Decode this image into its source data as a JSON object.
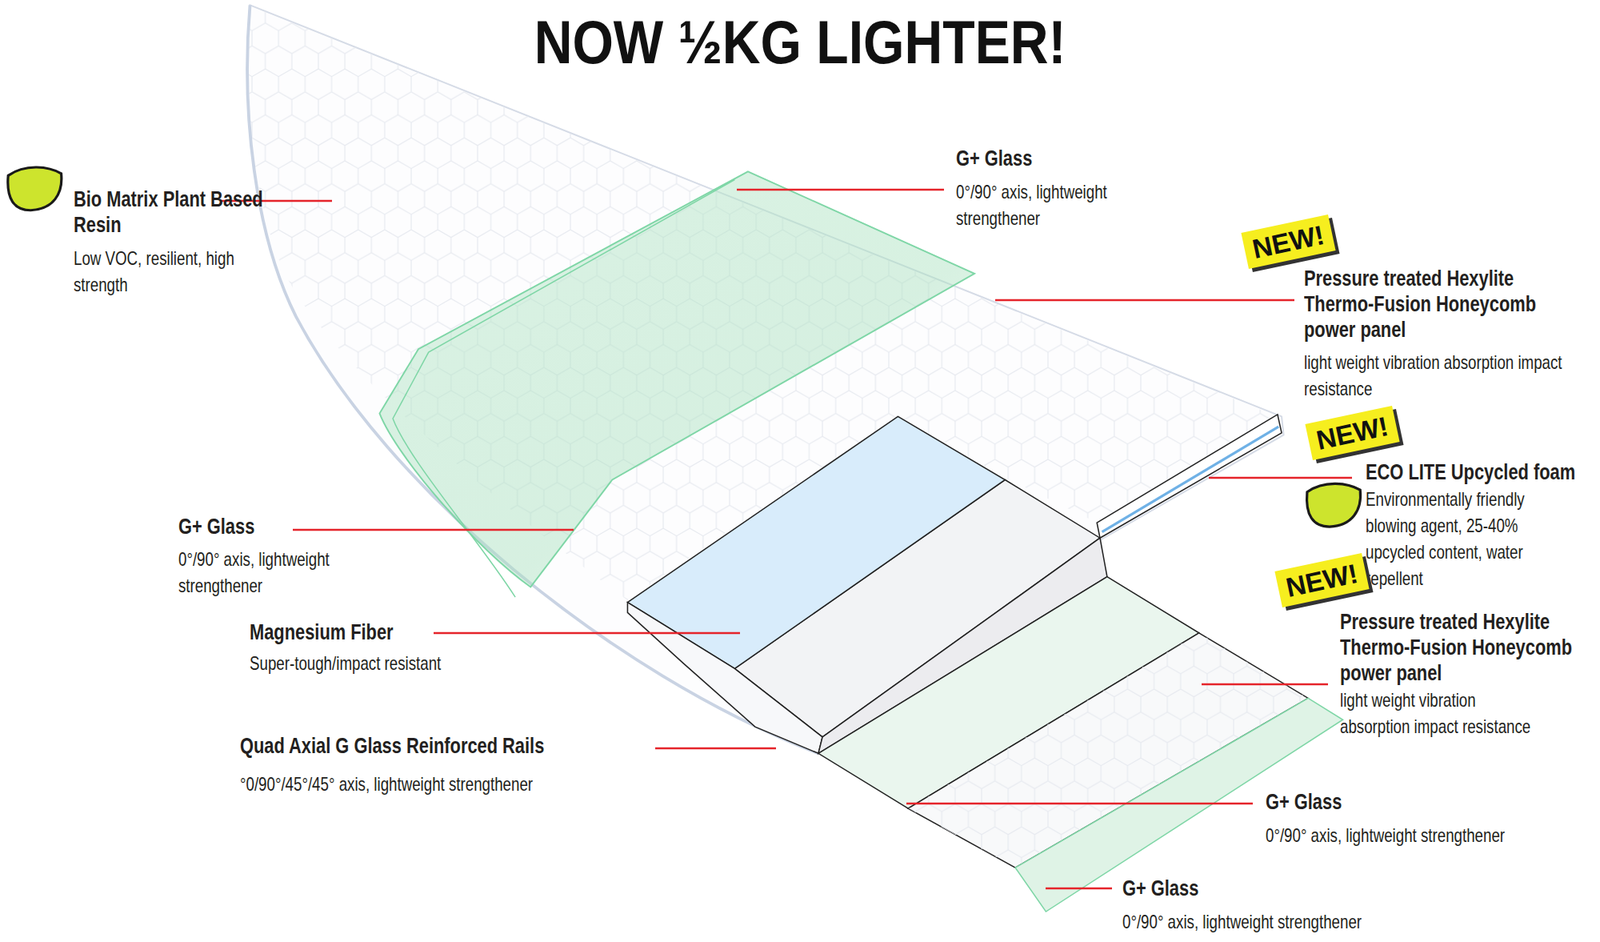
{
  "diagram": {
    "title": "NOW ½KG LIGHTER!",
    "nodes": [
      {
        "text": [
          "NEW!"
        ]
      },
      {
        "text": [
          "NEW!"
        ]
      },
      {
        "text": [
          "NEW!"
        ]
      }
    ],
    "labels": [
      "Bio Matrix Plant Based Resin",
      "Low VOC, resilient, high strength",
      "G+ Glass",
      "0°/90° axis, lightweight strengthener",
      "Pressure treated Hexylite Thermo-Fusion Honeycomb power panel",
      "light weight vibration absorption impact resistance",
      "ECO LITE Upcycled foam",
      "Environmentally friendly blowing agent, 25-40% upcycled content, water repellent",
      "G+ Glass",
      "0°/90° axis, lightweight strengthener",
      "Magnesium Fiber",
      "Super-tough/impact resistant",
      "Pressure treated Hexylite Thermo-Fusion Honeycomb power panel",
      "light weight vibration absorption impact resistance",
      "Quad Axial G Glass Reinforced Rails",
      "°0/90°/45°/45° axis, lightweight strengthener",
      "G+ Glass",
      "0°/90° axis, lightweight strengthener",
      "G+ Glass",
      "0°/90° axis, lightweight strengthener"
    ]
  }
}
